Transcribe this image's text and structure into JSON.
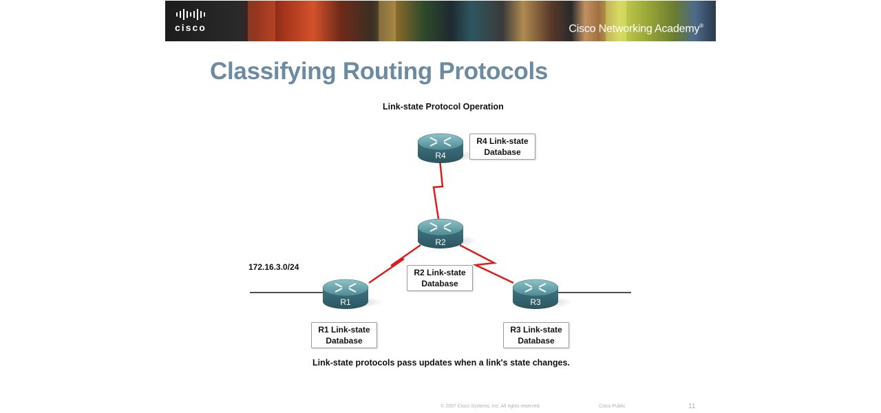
{
  "banner": {
    "logo_text": "cisco",
    "academy_text": "Cisco Networking Academy",
    "trademark": "®"
  },
  "slide": {
    "title": "Classifying Routing Protocols",
    "diagram_title": "Link-state Protocol Operation",
    "network_label": "172.16.3.0/24",
    "caption": "Link-state protocols pass updates when a link's state changes."
  },
  "routers": {
    "r1": "R1",
    "r2": "R2",
    "r3": "R3",
    "r4": "R4"
  },
  "databases": {
    "r1": {
      "line1": "R1 Link-state",
      "line2": "Database"
    },
    "r2": {
      "line1": "R2 Link-state",
      "line2": "Database"
    },
    "r3": {
      "line1": "R3 Link-state",
      "line2": "Database"
    },
    "r4": {
      "line1": "R4 Link-state",
      "line2": "Database"
    }
  },
  "footer": {
    "copyright": "© 2007 Cisco Systems, Inc. All rights reserved.",
    "classification": "Cisco Public",
    "page_number": "11"
  },
  "colors": {
    "title": "#6c8aa0",
    "serial_link": "#e01a1a",
    "router_body": "#4f8a96"
  }
}
